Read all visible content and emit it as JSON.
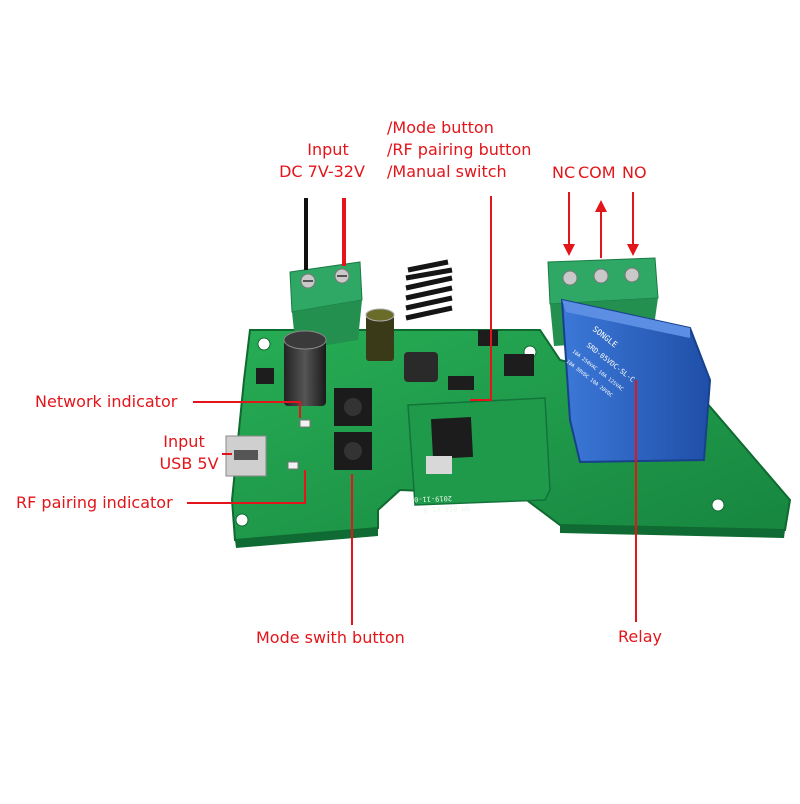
{
  "labels": {
    "input_dc_line1": "Input",
    "input_dc_line2": "DC 7V-32V",
    "mode_button": "/Mode  button",
    "rf_pairing_button": "/RF pairing button",
    "manual_switch": "/Manual switch",
    "nc": "NC",
    "com": "COM",
    "no": "NO",
    "network_indicator": "Network indicator",
    "input_usb_line1": "Input",
    "input_usb_line2": "USB 5V",
    "rf_pairing_indicator": "RF pairing indicator",
    "mode_switch_button": "Mode swith button",
    "relay": "Relay"
  },
  "board_marks": {
    "relay_brand": "SONGLE",
    "relay_model": "SRD-05VDC-SL-C",
    "relay_rating_1": "10A 250VAC 10A 125VAC",
    "relay_rating_2": "10A 30VDC 10A 28VDC",
    "module_date": "2019-11-08",
    "module_model": "SM-015 V1.0"
  },
  "colors": {
    "annotation": "#e3151a",
    "pcb": "#1f9a4c",
    "relay_body": "#2b63c4",
    "terminal_block": "#2fa866"
  }
}
